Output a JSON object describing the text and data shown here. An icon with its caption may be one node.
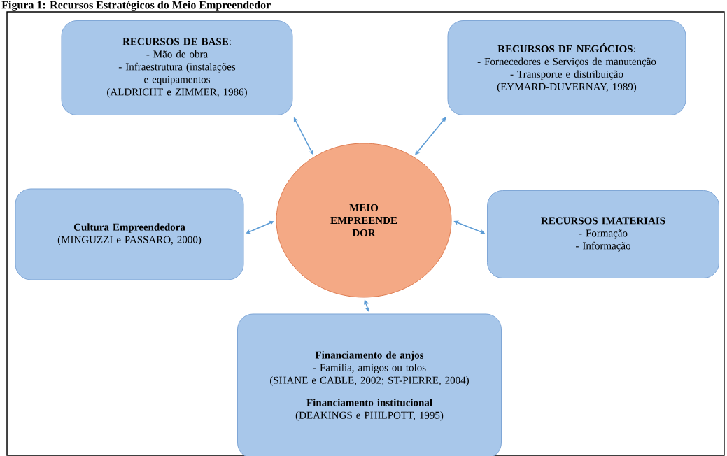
{
  "diagram": {
    "title": "Figura 1: Recursos Estratégicos do Meio Empreendedor",
    "nodes": [
      {
        "text": [
          "**RECURSOS DE BASE**:",
          "- Mão de obra",
          "- Infraestrutura (instalações e equipamentos",
          "(ALDRICHT e ZIMMER, 1986)"
        ]
      },
      {
        "text": [
          "**RECURSOS DE NEGÓCIOS**:",
          "- Fornecedores e Serviços de manutenção",
          "- Transporte e distribuição",
          "(EYMARD-DUVERNAY, 1989)"
        ]
      },
      {
        "text": [
          "Cultura Empreendedora",
          "(MINGUZZI e PASSARO, 2000)"
        ]
      },
      {
        "text": [
          "MEIO EMPREENDE DOR"
        ]
      },
      {
        "text": [
          "RECURSOS IMATERIAIS",
          "- Formação",
          "- Informação"
        ]
      },
      {
        "text": [
          "Financiamento de anjos",
          "- Família, amigos ou tolos",
          "(SHANE e CABLE, 2002; ST-PIERRE, 2004)",
          "Financiamento institucional",
          "(DEAKINGS e PHILPOTT, 1995)"
        ]
      }
    ],
    "edges": [
      {
        "from": 3,
        "to": 0,
        "arrow": "both"
      },
      {
        "from": 3,
        "to": 1,
        "arrow": "both"
      },
      {
        "from": 3,
        "to": 2,
        "arrow": "both"
      },
      {
        "from": 3,
        "to": 4,
        "arrow": "both"
      },
      {
        "from": 3,
        "to": 5,
        "arrow": "both"
      }
    ]
  }
}
